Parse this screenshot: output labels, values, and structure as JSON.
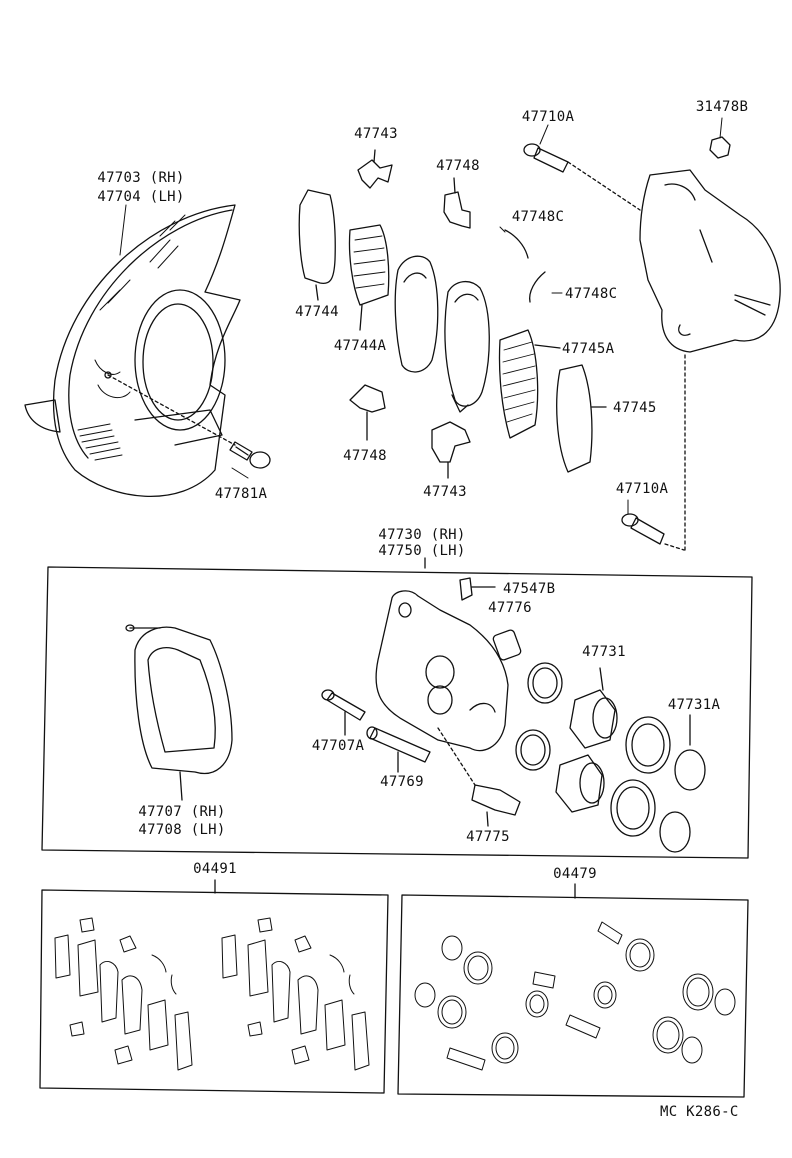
{
  "labels": {
    "p31478B": "31478B",
    "p47710A_top": "47710A",
    "p47743_top": "47743",
    "p47748_top": "47748",
    "p47748C_top": "47748C",
    "p47748C_bot": "47748C",
    "p47703": "47703 (RH)",
    "p47704": "47704 (LH)",
    "p47744": "47744",
    "p47744A": "47744A",
    "p47745A": "47745A",
    "p47745": "47745",
    "p47748_bot": "47748",
    "p47743_bot": "47743",
    "p47781A": "47781A",
    "p47710A_bot": "47710A",
    "p47730": "47730 (RH)",
    "p47750": "47750 (LH)",
    "p47547B": "47547B",
    "p47776": "47776",
    "p47731": "47731",
    "p47731A": "47731A",
    "p47707A": "47707A",
    "p47769": "47769",
    "p47775": "47775",
    "p47707": "47707 (RH)",
    "p47708": "47708 (LH)",
    "p04491": "04491",
    "p04479": "04479",
    "code": "MC K286-C"
  },
  "colors": {
    "ink": "#111111",
    "paper": "#ffffff"
  }
}
